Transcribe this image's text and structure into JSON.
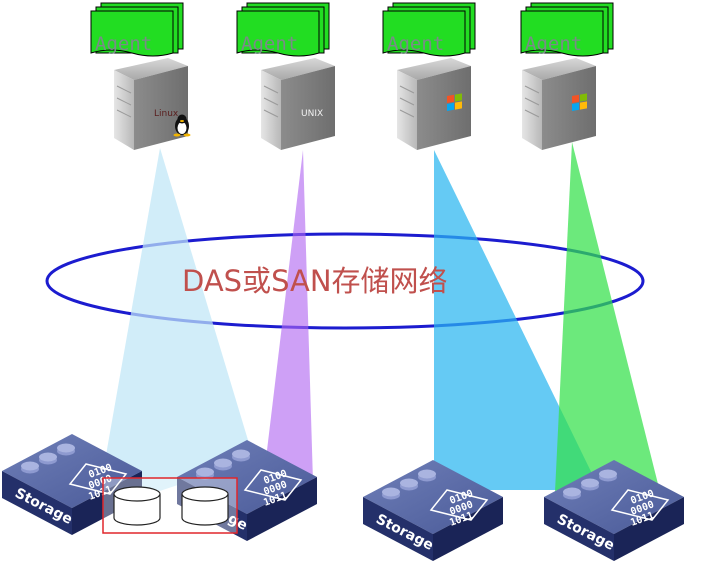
{
  "network": {
    "label": "DAS或SAN存储网络",
    "ellipse_color": "#1c1ccf",
    "label_color": "#c0504d"
  },
  "agents": [
    {
      "label": "Agent",
      "os": "Linux",
      "os_icon": "tux-penguin-icon"
    },
    {
      "label": "Agent",
      "os": "UNIX",
      "os_icon": "unix-text-logo"
    },
    {
      "label": "Agent",
      "os": "Windows",
      "os_icon": "windows-flag-icon"
    },
    {
      "label": "Agent",
      "os": "Windows",
      "os_icon": "windows-flag-icon"
    }
  ],
  "storage": [
    {
      "label": "Storage",
      "bits": [
        "0100",
        "0000",
        "1011"
      ]
    },
    {
      "label": "Storage",
      "bits": [
        "0100",
        "0000",
        "1011"
      ]
    },
    {
      "label": "Storage",
      "bits": [
        "0100",
        "0000",
        "1011"
      ]
    },
    {
      "label": "Storage",
      "bits": [
        "0100",
        "0000",
        "1011"
      ]
    }
  ],
  "beam_colors": {
    "linux": "#bfe6f7",
    "unix": "#b066f0",
    "windows_1": "#2ab6f0",
    "windows_2": "#33e04a"
  },
  "highlight_box_color": "#e0262b",
  "agent_card_color": "#22dd22"
}
